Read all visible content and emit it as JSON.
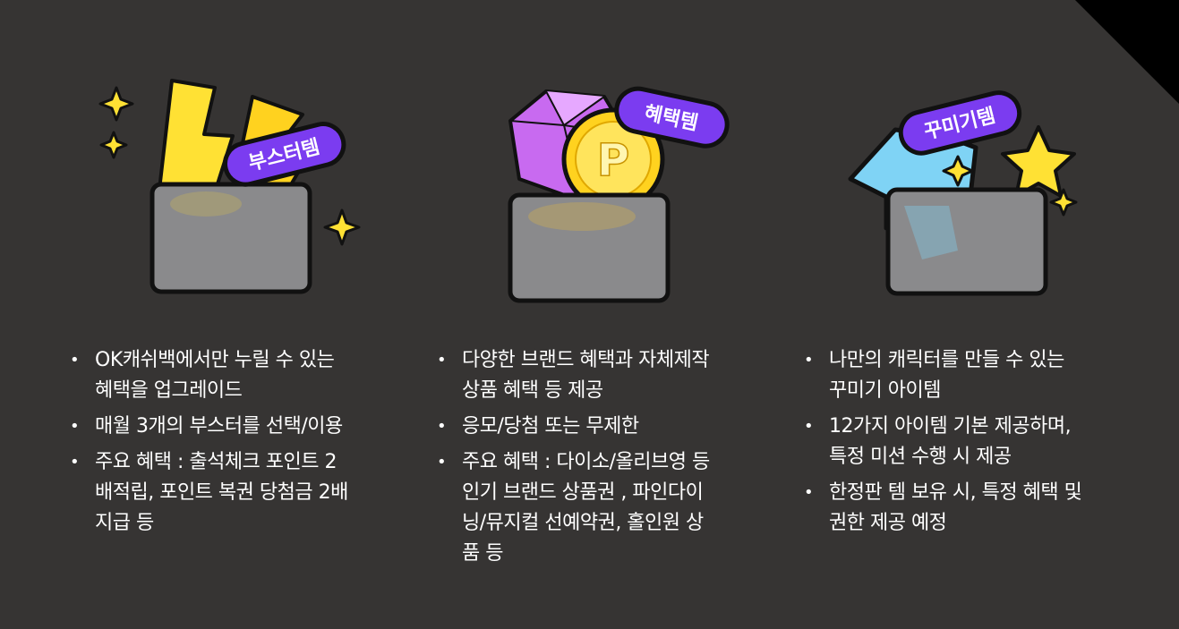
{
  "colors": {
    "background": "#363433",
    "corner": "#000000",
    "tag_purple": "#7b3cf0",
    "yellow": "#ffe134",
    "gem": "#c86af0",
    "coin": "#ffd21f",
    "blue": "#7fd3f5",
    "box_gray": "#8a8a8c"
  },
  "cards": [
    {
      "tag": "부스터템",
      "icon": "lightning-bolt-icon",
      "bullets": [
        [
          "OK캐쉬백에서만 누릴 수 있는",
          "혜택을 업그레이드"
        ],
        [
          "매월 3개의 부스터를 선택/이용"
        ],
        [
          "주요 혜택 : 출석체크 포인트 2",
          "배적립, 포인트 복권 당첨금 2배",
          "지급 등"
        ]
      ]
    },
    {
      "tag": "혜택템",
      "icon": "gem-coin-icon",
      "coin_letter": "P",
      "bullets": [
        [
          "다양한 브랜드 혜택과 자체제작",
          "상품 혜택 등 제공"
        ],
        [
          "응모/당첨 또는 무제한"
        ],
        [
          "주요 혜택 : 다이소/올리브영 등",
          "인기 브랜드 상품권 , 파인다이",
          "닝/뮤지컬 선예약권, 홀인원 상",
          "품 등"
        ]
      ]
    },
    {
      "tag": "꾸미기템",
      "icon": "shirt-star-icon",
      "bullets": [
        [
          "나만의 캐릭터를 만들 수 있는",
          "꾸미기 아이템"
        ],
        [
          "12가지 아이템 기본 제공하며,",
          "특정 미션 수행 시 제공"
        ],
        [
          "한정판 템 보유 시, 특정 혜택 및",
          "권한 제공 예정"
        ]
      ]
    }
  ]
}
